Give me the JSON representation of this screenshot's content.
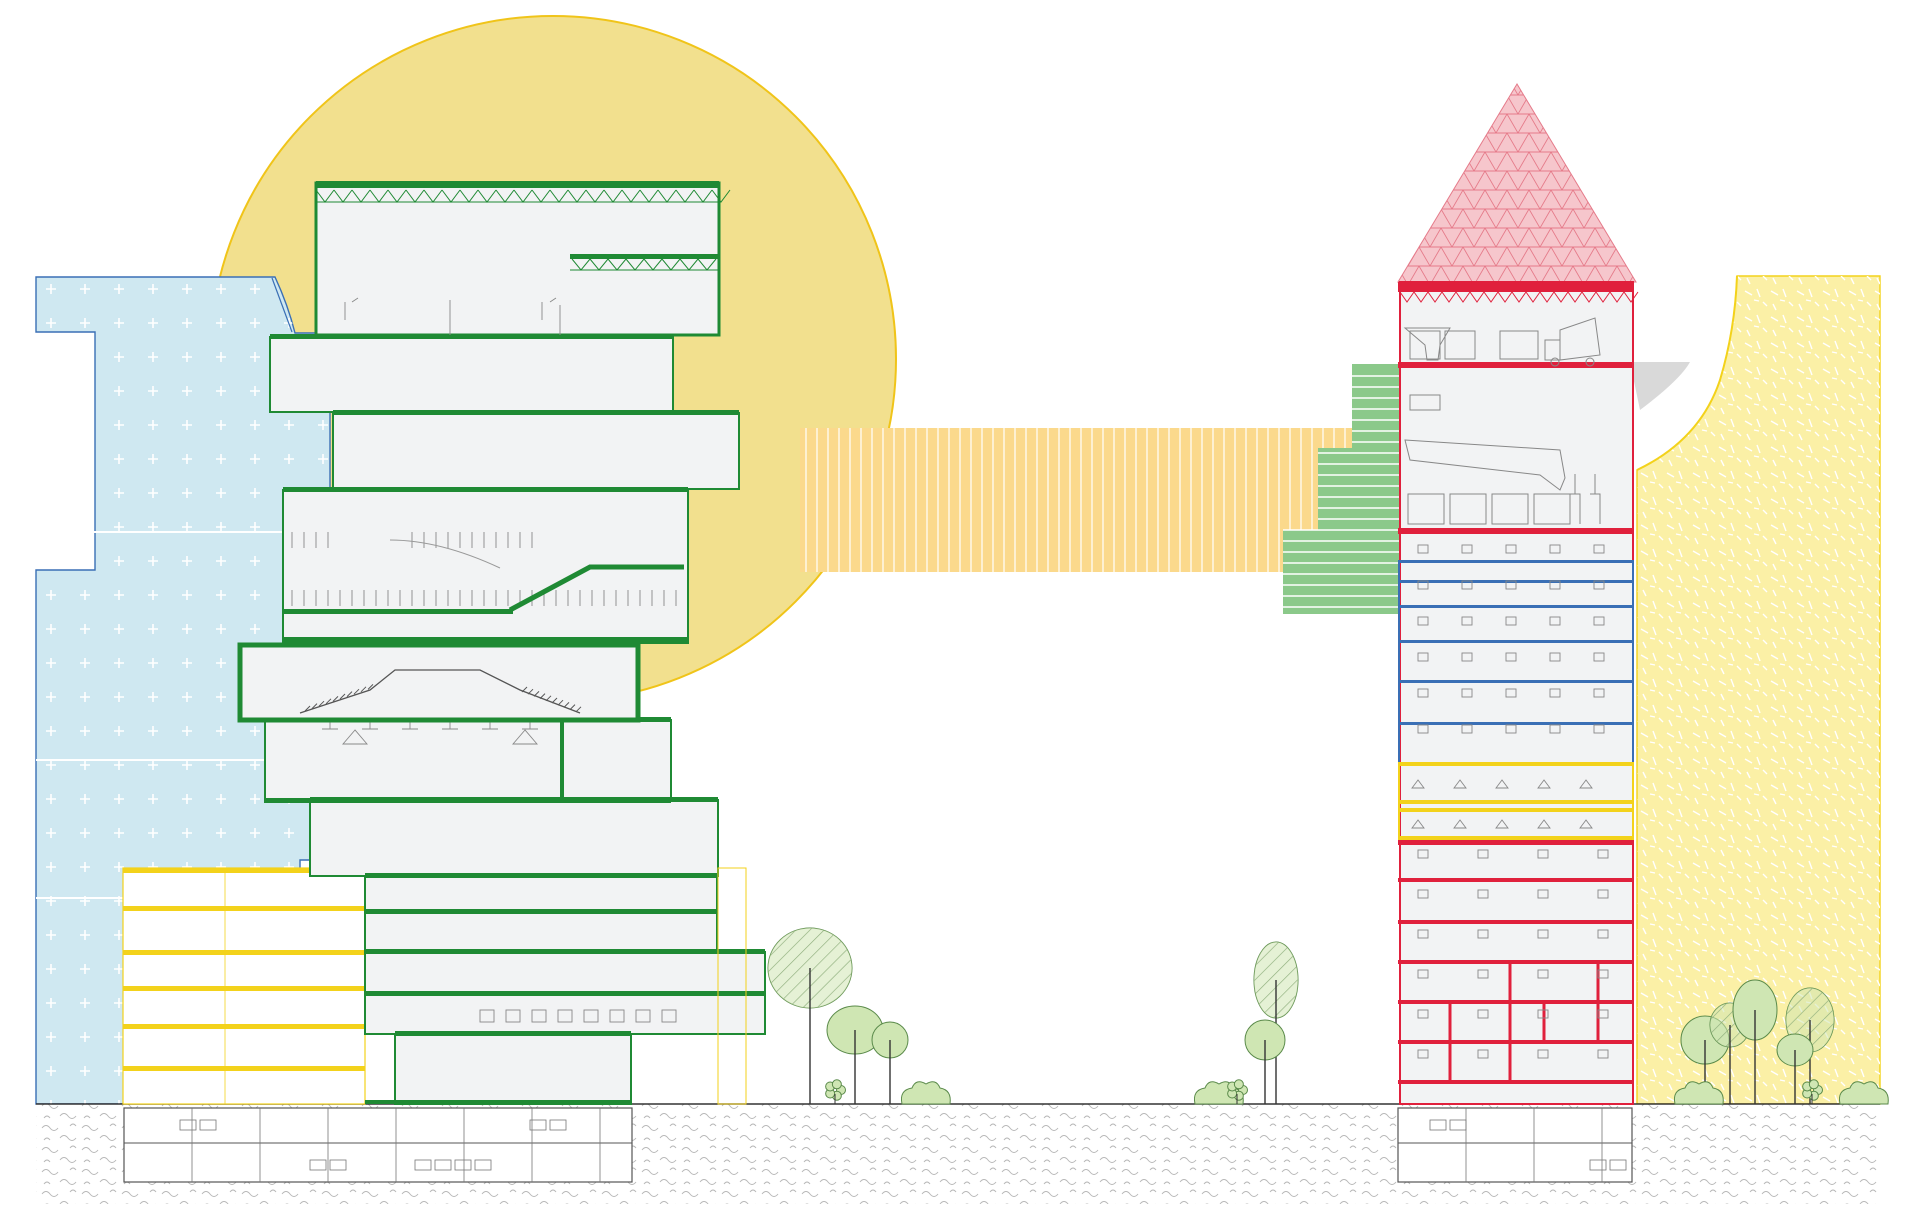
{
  "diagram": {
    "kind": "architectural-section",
    "colors": {
      "background": "#ffffff",
      "sun": "#f2e08e",
      "sun_stroke": "#f0c419",
      "blue_mass": "#cfe8f1",
      "blue_stroke": "#3a6fb5",
      "yellow_mass": "#fbf0a6",
      "yellow_stroke": "#f3d21b",
      "green": "#1f8a34",
      "green_light": "#8bc98a",
      "red": "#e0203c",
      "pink_roof": "#f6c6cc",
      "orange_bridge": "#fbd98c",
      "slab_fill": "#f2f3f4",
      "ground_line": "#333333",
      "tree_green": "#cfe6b3",
      "ground_texture": "#bfbfbf"
    },
    "elements": [
      "sun-disc",
      "blue-cliff-mass",
      "green-terraced-tower",
      "yellow-low-block",
      "bridge",
      "stepped-green-terrace",
      "red-blue-tower",
      "pyramid-roof",
      "yellow-curved-mass",
      "trees",
      "underground-parking"
    ]
  }
}
